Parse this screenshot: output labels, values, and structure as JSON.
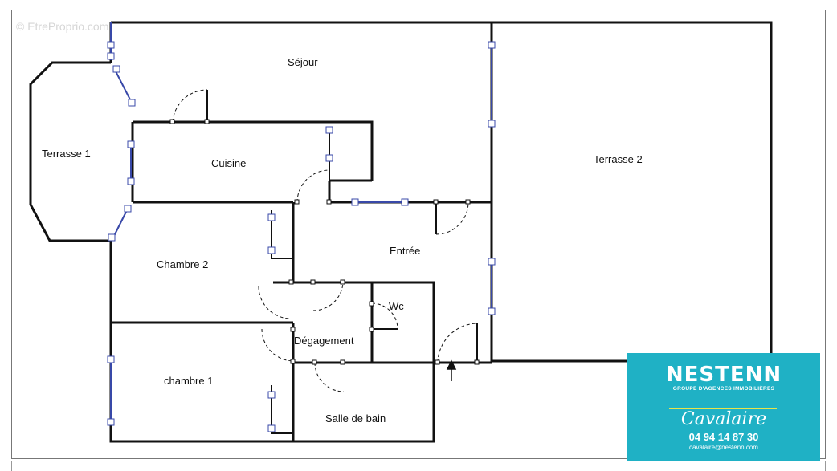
{
  "watermark": "© EtreProprio.com",
  "rooms": {
    "sejour": "Séjour",
    "terrasse1": "Terrasse 1",
    "cuisine": "Cuisine",
    "terrasse2": "Terrasse 2",
    "chambre2": "Chambre 2",
    "entree": "Entrée",
    "wc": "Wc",
    "degagement": "Dégagement",
    "chambre1": "chambre 1",
    "salle_de_bain": "Salle de bain"
  },
  "agency": {
    "name": "NESTENN",
    "tagline": "GROUPE D'AGENCES IMMOBILIÈRES",
    "city": "Cavalaire",
    "phone": "04 94 14 87 30",
    "email": "cavalaire@nestenn.com"
  },
  "colors": {
    "wall": "#111111",
    "window": "#3848a8",
    "brand_bg": "#1fb1c5",
    "brand_line": "#e8e44a"
  }
}
